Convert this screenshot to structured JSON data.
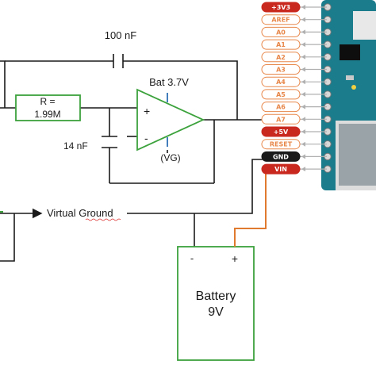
{
  "circuit": {
    "capacitor_top": "100 nF",
    "resistor": {
      "line1": "R =",
      "line2": "1.99M"
    },
    "opamp": {
      "plus": "+",
      "minus": "-",
      "supply": "Bat 3.7V",
      "vg": "(VG)"
    },
    "capacitor_left": "14 nF",
    "virtual_ground": "Virtual Ground",
    "battery": {
      "minus": "-",
      "plus": "+",
      "line1": "Battery",
      "line2": "9V"
    }
  },
  "arduino": {
    "pins": [
      {
        "label": "+3V3",
        "style": "red"
      },
      {
        "label": "AREF",
        "style": "outline"
      },
      {
        "label": "A0",
        "style": "outline"
      },
      {
        "label": "A1",
        "style": "outline"
      },
      {
        "label": "A2",
        "style": "outline"
      },
      {
        "label": "A3",
        "style": "outline"
      },
      {
        "label": "A4",
        "style": "outline"
      },
      {
        "label": "A5",
        "style": "outline"
      },
      {
        "label": "A6",
        "style": "outline"
      },
      {
        "label": "A7",
        "style": "outline"
      },
      {
        "label": "+5V",
        "style": "red"
      },
      {
        "label": "RESET",
        "style": "outline"
      },
      {
        "label": "GND",
        "style": "black"
      },
      {
        "label": "VIN",
        "style": "red"
      }
    ]
  },
  "colors": {
    "wire": "#1a1a1a",
    "component_outline": "#3ca23c",
    "opamp_supply_tick": "#2e6fb5",
    "battery_wire": "#e07a2e",
    "pin_red": "#c8281e",
    "pin_outline": "#e8874a",
    "pin_black": "#1a1a1a",
    "board": "#1b7c8c"
  }
}
